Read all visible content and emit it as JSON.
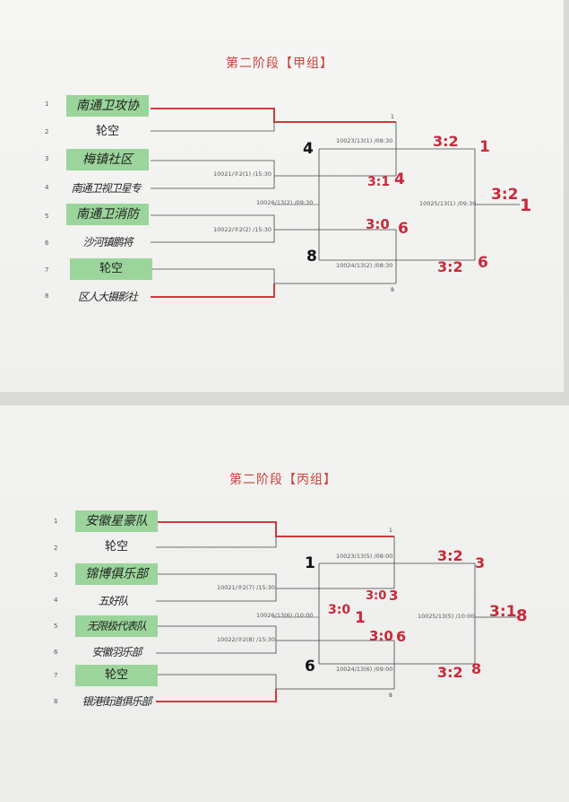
{
  "groupA": {
    "title": "第二阶段【甲组】",
    "teams": [
      {
        "seed": "1",
        "name": "南通卫攻协"
      },
      {
        "seed": "2",
        "name": "轮空"
      },
      {
        "seed": "3",
        "name": "梅镇社区"
      },
      {
        "seed": "4",
        "name": "南通卫视卫星专"
      },
      {
        "seed": "5",
        "name": "南通卫消防"
      },
      {
        "seed": "6",
        "name": "沙河镇鹏将"
      },
      {
        "seed": "7",
        "name": "轮空"
      },
      {
        "seed": "8",
        "name": "区人大摄影社"
      }
    ],
    "matches": {
      "m10021": "10021/②2(1) /15:30",
      "m10022": "10022/②2(2) /15:30",
      "m10023": "10023/13(1) /08:30",
      "m10024": "10024/13(2) /08:30",
      "m10026": "10026/13(2) /09:30",
      "m10025": "10025/13(1) /09:30"
    },
    "top_out": "1",
    "bottom_out": "8",
    "hand": {
      "w_top": "4",
      "w_bottom": "8",
      "s1": "3:1",
      "s1w": "4",
      "s2": "3:0",
      "s2w": "6",
      "f1": "3:2",
      "f1w": "1",
      "f2": "3:2",
      "f2w": "6",
      "final": "3:2",
      "champ": "1"
    }
  },
  "groupB": {
    "title": "第二阶段【丙组】",
    "teams": [
      {
        "seed": "1",
        "name": "安徽星豪队"
      },
      {
        "seed": "2",
        "name": "轮空"
      },
      {
        "seed": "3",
        "name": "锦博俱乐部"
      },
      {
        "seed": "4",
        "name": "五好队"
      },
      {
        "seed": "5",
        "name": "无限极代表队"
      },
      {
        "seed": "6",
        "name": "安徽羽乐部"
      },
      {
        "seed": "7",
        "name": "轮空"
      },
      {
        "seed": "8",
        "name": "银港街道俱乐部"
      }
    ],
    "matches": {
      "m10021": "10021/②2(7) /15:30",
      "m10022": "10022/②2(8) /15:30",
      "m10023": "10023/13(5) /08:00",
      "m10024": "10024/13(6) /09:00",
      "m10026": "10026/13(6) /10:00",
      "m10025": "10025/13(5) /10:00"
    },
    "top_out": "1",
    "bottom_out": "8",
    "hand": {
      "w_top": "1",
      "w_bottom": "6",
      "s1": "3:0",
      "s1w": "3",
      "s2": "3:0",
      "s2w": "6",
      "f1": "3:2",
      "f1w": "3",
      "f2": "3:2",
      "f2w": "8",
      "mid": "3:0",
      "midw": "1",
      "final": "3:1",
      "champ": "8"
    }
  },
  "colors": {
    "accent": "#c8433c",
    "team_fill": "#9bd59b",
    "line_red": "#d23a3a",
    "line_gray": "#444444"
  }
}
